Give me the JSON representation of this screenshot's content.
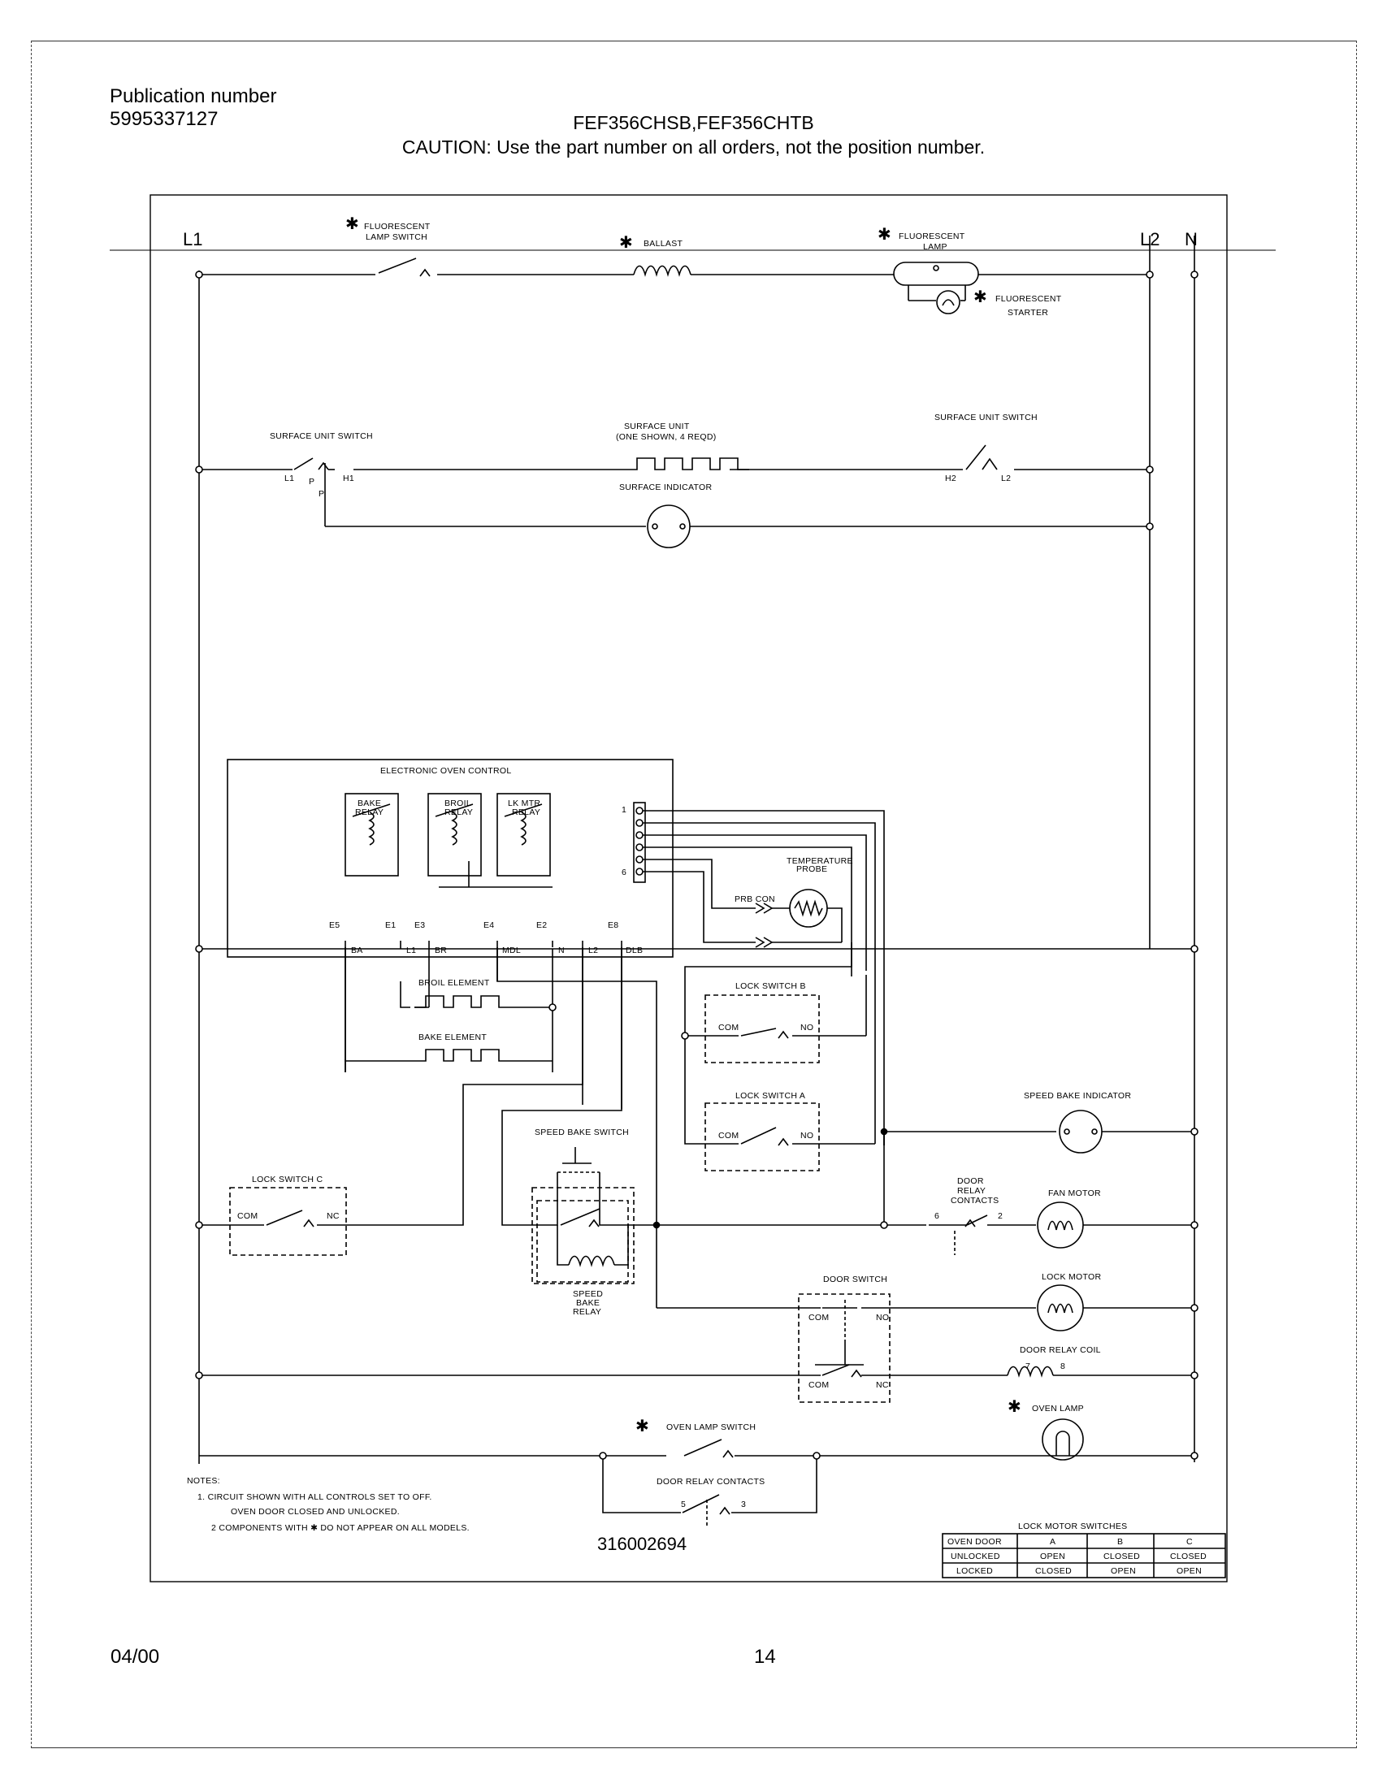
{
  "header": {
    "publication_label": "Publication number",
    "publication_number": "5995337127",
    "models": "FEF356CHSB,FEF356CHTB",
    "caution": "CAUTION:  Use the part number on all orders, not the position number."
  },
  "diagram": {
    "lines": {
      "l1": "L1",
      "l2": "L2",
      "n": "N"
    },
    "components": {
      "fluorescent_lamp_switch": [
        "FLUORESCENT",
        "LAMP SWITCH"
      ],
      "ballast": "BALLAST",
      "fluorescent_lamp": [
        "FLUORESCENT",
        "LAMP"
      ],
      "fluorescent_starter": [
        "FLUORESCENT",
        "STARTER"
      ],
      "surface_unit_switch_left": "SURFACE UNIT SWITCH",
      "surface_unit": [
        "SURFACE UNIT",
        "(ONE SHOWN, 4 REQD)"
      ],
      "surface_unit_switch_right": "SURFACE UNIT SWITCH",
      "surface_indicator": "SURFACE INDICATOR",
      "electronic_oven_control": "ELECTRONIC OVEN CONTROL",
      "bake_relay": [
        "BAKE",
        "RELAY"
      ],
      "broil_relay": [
        "BROIL",
        "RELAY"
      ],
      "lk_mtr_relay": [
        "LK MTR",
        "RELAY"
      ],
      "temperature_probe": [
        "TEMPERATURE",
        "PROBE"
      ],
      "prb_con": "PRB CON",
      "broil_element": "BROIL ELEMENT",
      "bake_element": "BAKE ELEMENT",
      "lock_switch_b": "LOCK SWITCH B",
      "lock_switch_a": "LOCK SWITCH A",
      "lock_switch_c": "LOCK SWITCH C",
      "speed_bake_switch": "SPEED BAKE SWITCH",
      "speed_bake_relay": [
        "SPEED",
        "BAKE",
        "RELAY"
      ],
      "speed_bake_indicator": "SPEED BAKE INDICATOR",
      "door_relay_contacts_upper": [
        "DOOR",
        "RELAY",
        "CONTACTS"
      ],
      "fan_motor": "FAN MOTOR",
      "door_switch": "DOOR SWITCH",
      "lock_motor": "LOCK MOTOR",
      "door_relay_coil": "DOOR RELAY COIL",
      "oven_lamp": "OVEN LAMP",
      "oven_lamp_switch": "OVEN LAMP SWITCH",
      "door_relay_contacts_lower": "DOOR RELAY CONTACTS"
    },
    "terminals": {
      "sw_left": [
        "L1",
        "P",
        "H1",
        "P"
      ],
      "sw_right": [
        "H2",
        "L2"
      ],
      "eoc": [
        "E5",
        "E1",
        "E3",
        "E4",
        "E2",
        "E8"
      ],
      "eoc_pins": [
        "BA",
        "L1",
        "BR",
        "MDL",
        "N",
        "L2",
        "DLB"
      ],
      "connector_pins": [
        "1",
        "6"
      ],
      "com": "COM",
      "no": "NO",
      "nc": "NC",
      "relay_6": "6",
      "relay_2": "2",
      "coil_7": "7",
      "coil_8": "8",
      "drc_5": "5",
      "drc_3": "3"
    },
    "notes": {
      "title": "NOTES:",
      "items": [
        "1.  CIRCUIT SHOWN WITH ALL CONTROLS SET TO OFF.",
        "OVEN DOOR CLOSED AND UNLOCKED.",
        "2   COMPONENTS WITH ✱ DO NOT APPEAR ON ALL MODELS."
      ]
    },
    "diagram_number": "316002694",
    "lock_motor_table": {
      "title": "LOCK MOTOR SWITCHES",
      "columns": [
        "OVEN DOOR",
        "A",
        "B",
        "C"
      ],
      "rows": [
        [
          "UNLOCKED",
          "OPEN",
          "CLOSED",
          "CLOSED"
        ],
        [
          "LOCKED",
          "CLOSED",
          "OPEN",
          "OPEN"
        ]
      ]
    }
  },
  "footer": {
    "date": "04/00",
    "page": "14"
  }
}
